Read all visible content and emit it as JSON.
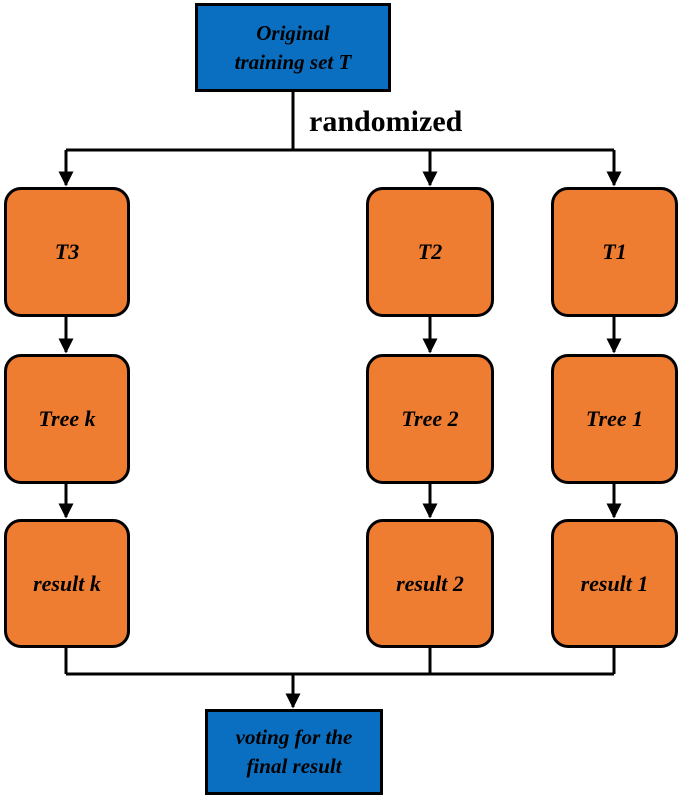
{
  "nodes": {
    "source": {
      "line1": "Original",
      "line2": "training set T"
    },
    "edge_label": "randomized",
    "columns": [
      {
        "subset": "T3",
        "tree": "Tree k",
        "result": "result k"
      },
      {
        "subset": "T2",
        "tree": "Tree 2",
        "result": "result 2"
      },
      {
        "subset": "T1",
        "tree": "Tree 1",
        "result": "result 1"
      }
    ],
    "sink": {
      "line1": "voting for the",
      "line2": "final result"
    }
  },
  "colors": {
    "source_sink_fill": "#0b6fc1",
    "node_fill": "#ee7d32",
    "stroke": "#000000"
  }
}
